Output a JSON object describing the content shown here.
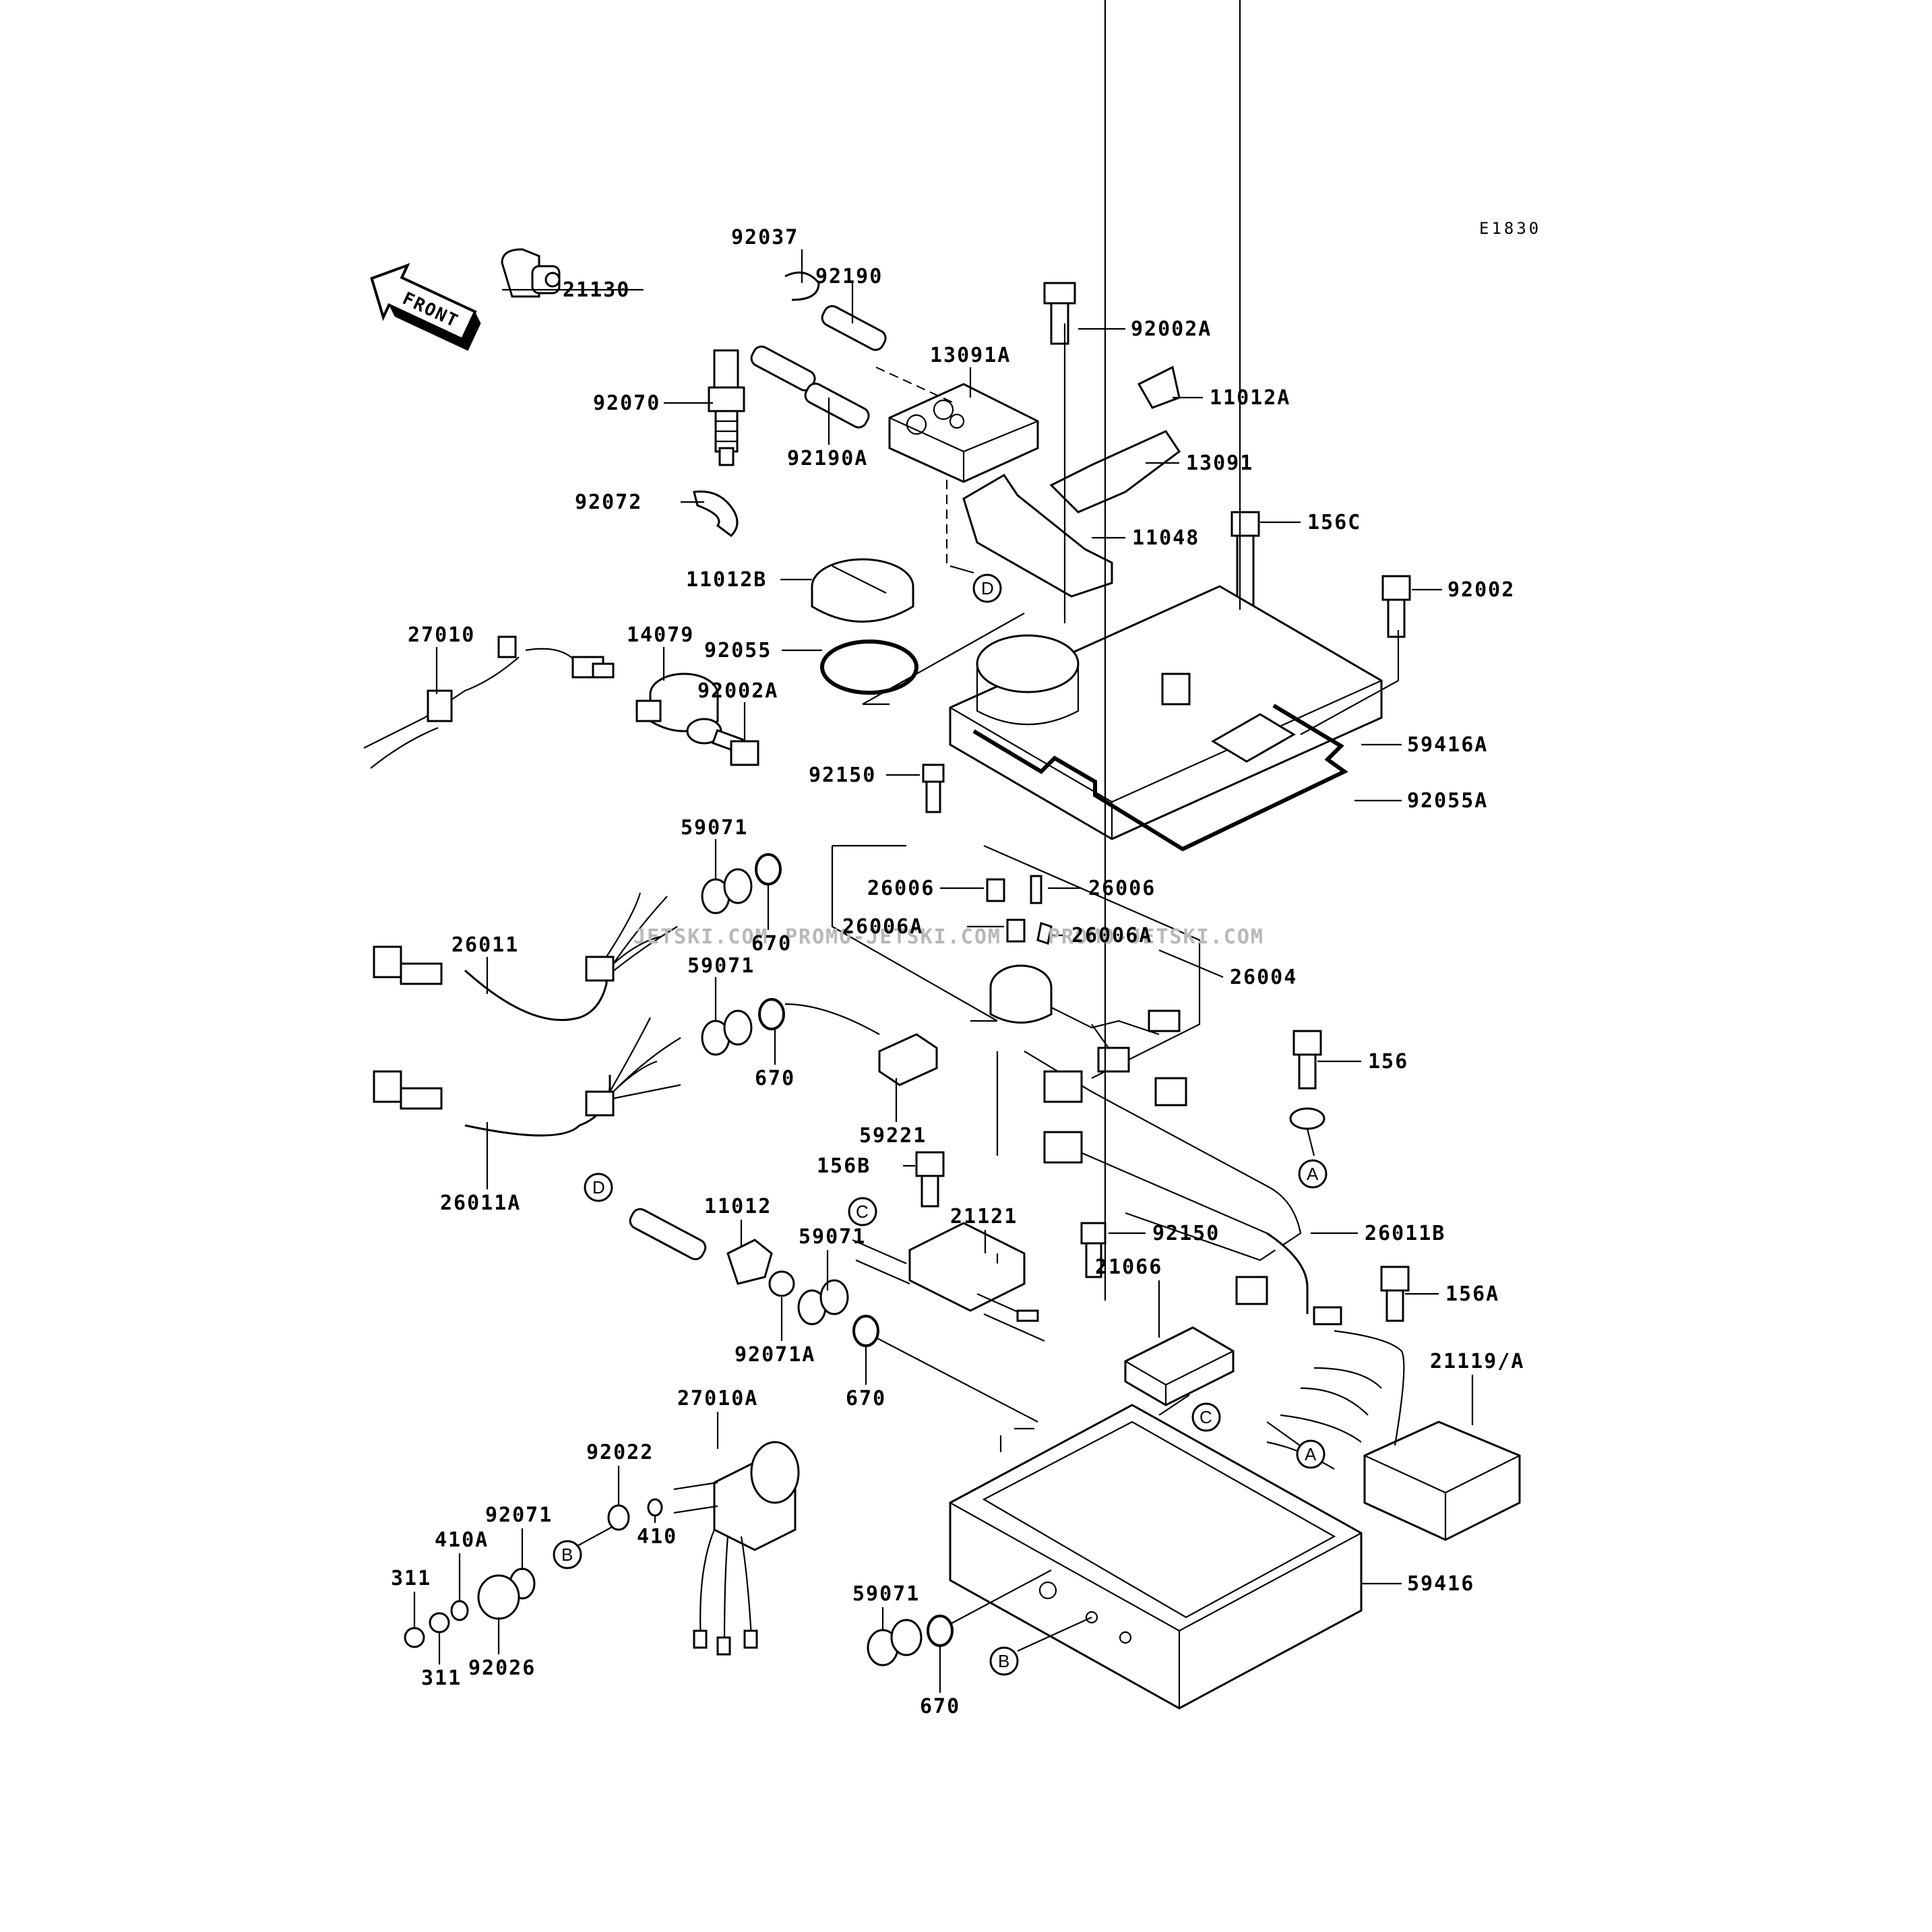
{
  "diagram_code": "E1830",
  "front_label": "FRONT",
  "watermarks": [
    "JETSKI.COM",
    "PROMO-JETSKI.COM",
    "PROMO-JETSKI.COM"
  ],
  "callouts": [
    "A",
    "B",
    "C",
    "D"
  ],
  "parts": {
    "p92037": "92037",
    "p21130": "21130",
    "p92190": "92190",
    "p92002A_top": "92002A",
    "p13091A": "13091A",
    "p11012A": "11012A",
    "p92070": "92070",
    "p92190A": "92190A",
    "p13091": "13091",
    "p92072": "92072",
    "p11048": "11048",
    "p156C": "156C",
    "p11012B": "11012B",
    "p92002": "92002",
    "p27010": "27010",
    "p14079": "14079",
    "p92055": "92055",
    "p92002A_left": "92002A",
    "p59416A": "59416A",
    "p92150_top": "92150",
    "p92055A": "92055A",
    "p59071_a": "59071",
    "p26006_a": "26006",
    "p26006_b": "26006",
    "p670_a": "670",
    "p26006A_a": "26006A",
    "p26006A_b": "26006A",
    "p26011": "26011",
    "p59071_b": "59071",
    "p26004": "26004",
    "p670_b": "670",
    "p156": "156",
    "p59221": "59221",
    "p156B": "156B",
    "p26011A": "26011A",
    "p11012": "11012",
    "p21121": "21121",
    "p92150_mid": "92150",
    "p26011B": "26011B",
    "p59071_c": "59071",
    "p21066": "21066",
    "p156A": "156A",
    "p92071A": "92071A",
    "p21119A": "21119/A",
    "p670_c": "670",
    "p27010A": "27010A",
    "p92022": "92022",
    "p92071": "92071",
    "p410A": "410A",
    "p410": "410",
    "p311_a": "311",
    "p59416": "59416",
    "p59071_d": "59071",
    "p92026": "92026",
    "p311_b": "311",
    "p670_d": "670"
  }
}
